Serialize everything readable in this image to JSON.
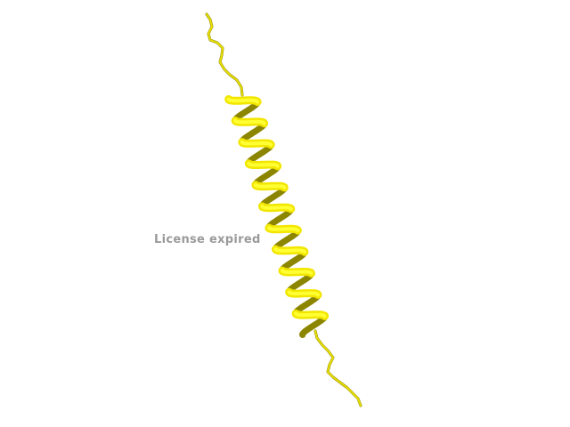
{
  "viewer": {
    "watermark_text": "License expired"
  },
  "structure": {
    "representation": "cartoon",
    "secondary_structure": "alpha-helix",
    "colors": {
      "ribbon_light": "#ffff33",
      "ribbon_mid": "#f2e600",
      "ribbon_dark": "#8c8500",
      "coil": "#e8e000",
      "background": "#ffffff"
    }
  }
}
